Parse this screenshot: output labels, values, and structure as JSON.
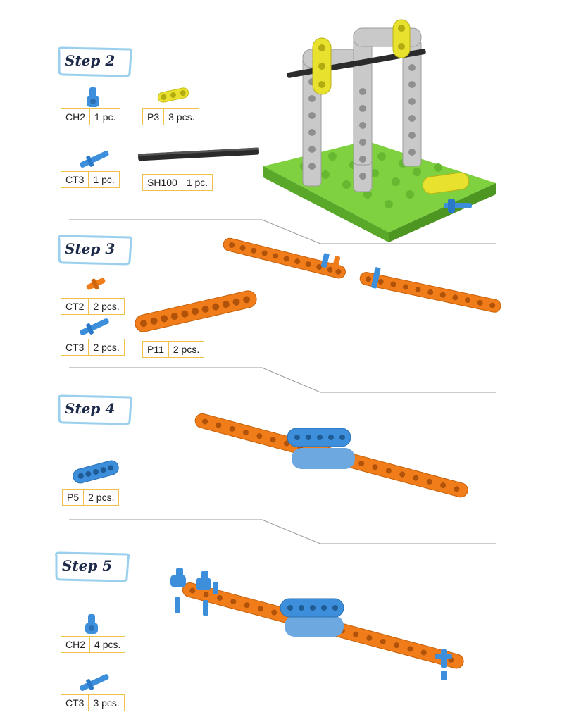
{
  "colors": {
    "blue": "#3d8fdc",
    "yellow": "#e8e22e",
    "orange": "#f07d1a",
    "green": "#7fd140",
    "grey": "#c9c9c9",
    "black": "#2b2b2b",
    "tag_border": "#f1c04a",
    "badge_border": "#9ad0ee"
  },
  "steps": [
    {
      "title": "Step 2",
      "parts": [
        {
          "code": "CH2",
          "qty": "1 pc."
        },
        {
          "code": "P3",
          "qty": "3 pcs."
        },
        {
          "code": "CT3",
          "qty": "1 pc."
        },
        {
          "code": "SH100",
          "qty": "1 pc."
        }
      ]
    },
    {
      "title": "Step 3",
      "parts": [
        {
          "code": "CT2",
          "qty": "2 pcs."
        },
        {
          "code": "CT3",
          "qty": "2 pcs."
        },
        {
          "code": "P11",
          "qty": "2 pcs."
        }
      ]
    },
    {
      "title": "Step 4",
      "parts": [
        {
          "code": "P5",
          "qty": "2 pcs."
        }
      ]
    },
    {
      "title": "Step 5",
      "parts": [
        {
          "code": "CH2",
          "qty": "4 pcs."
        },
        {
          "code": "CT3",
          "qty": "3 pcs."
        }
      ]
    }
  ]
}
